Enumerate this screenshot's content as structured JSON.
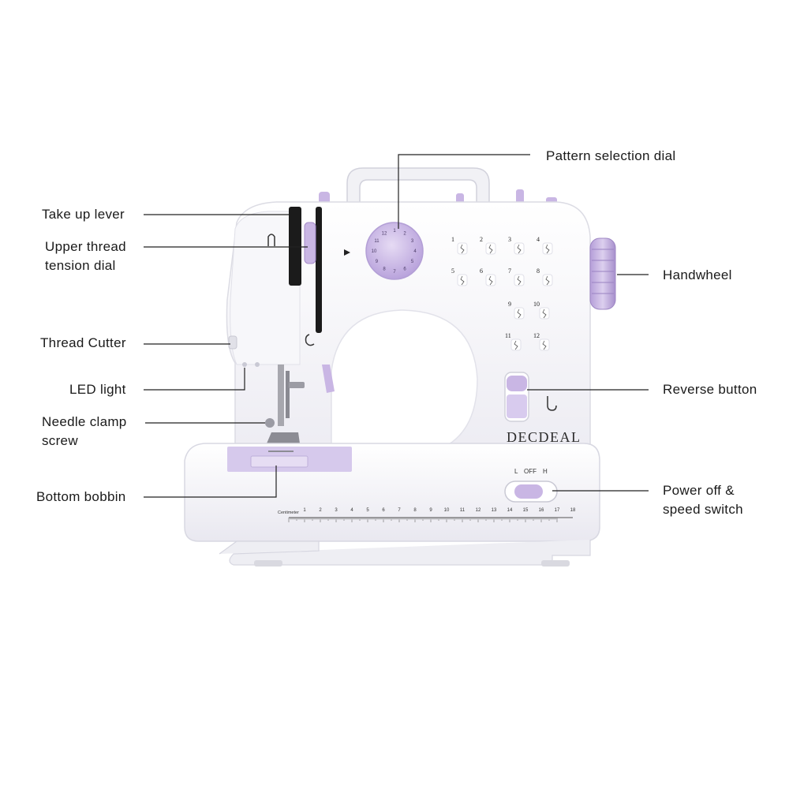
{
  "brand": "DECDEAL",
  "callouts": {
    "take_up_lever": "Take up lever",
    "upper_tension_1": "Upper thread",
    "upper_tension_2": "tension dial",
    "thread_cutter": "Thread Cutter",
    "led_light": "LED light",
    "needle_clamp_1": "Needle clamp",
    "needle_clamp_2": "screw",
    "bottom_bobbin": "Bottom bobbin",
    "pattern_dial": "Pattern selection dial",
    "handwheel": "Handwheel",
    "reverse_button": "Reverse button",
    "power_switch_1": "Power off &",
    "power_switch_2": "speed switch"
  },
  "switch_labels": {
    "low": "L",
    "off": "OFF",
    "high": "H"
  },
  "ruler": {
    "label": "Centimeter",
    "ticks": [
      "1",
      "2",
      "3",
      "4",
      "5",
      "6",
      "7",
      "8",
      "9",
      "10",
      "11",
      "12",
      "13",
      "14",
      "15",
      "16",
      "17",
      "18"
    ]
  },
  "stitch_numbers": [
    "1",
    "2",
    "3",
    "4",
    "5",
    "6",
    "7",
    "8",
    "9",
    "10",
    "11",
    "12"
  ],
  "colors": {
    "lilac": "#c9b6e4",
    "lilac_dark": "#a58cc9",
    "body": "#f4f4f8",
    "line": "#222222"
  }
}
